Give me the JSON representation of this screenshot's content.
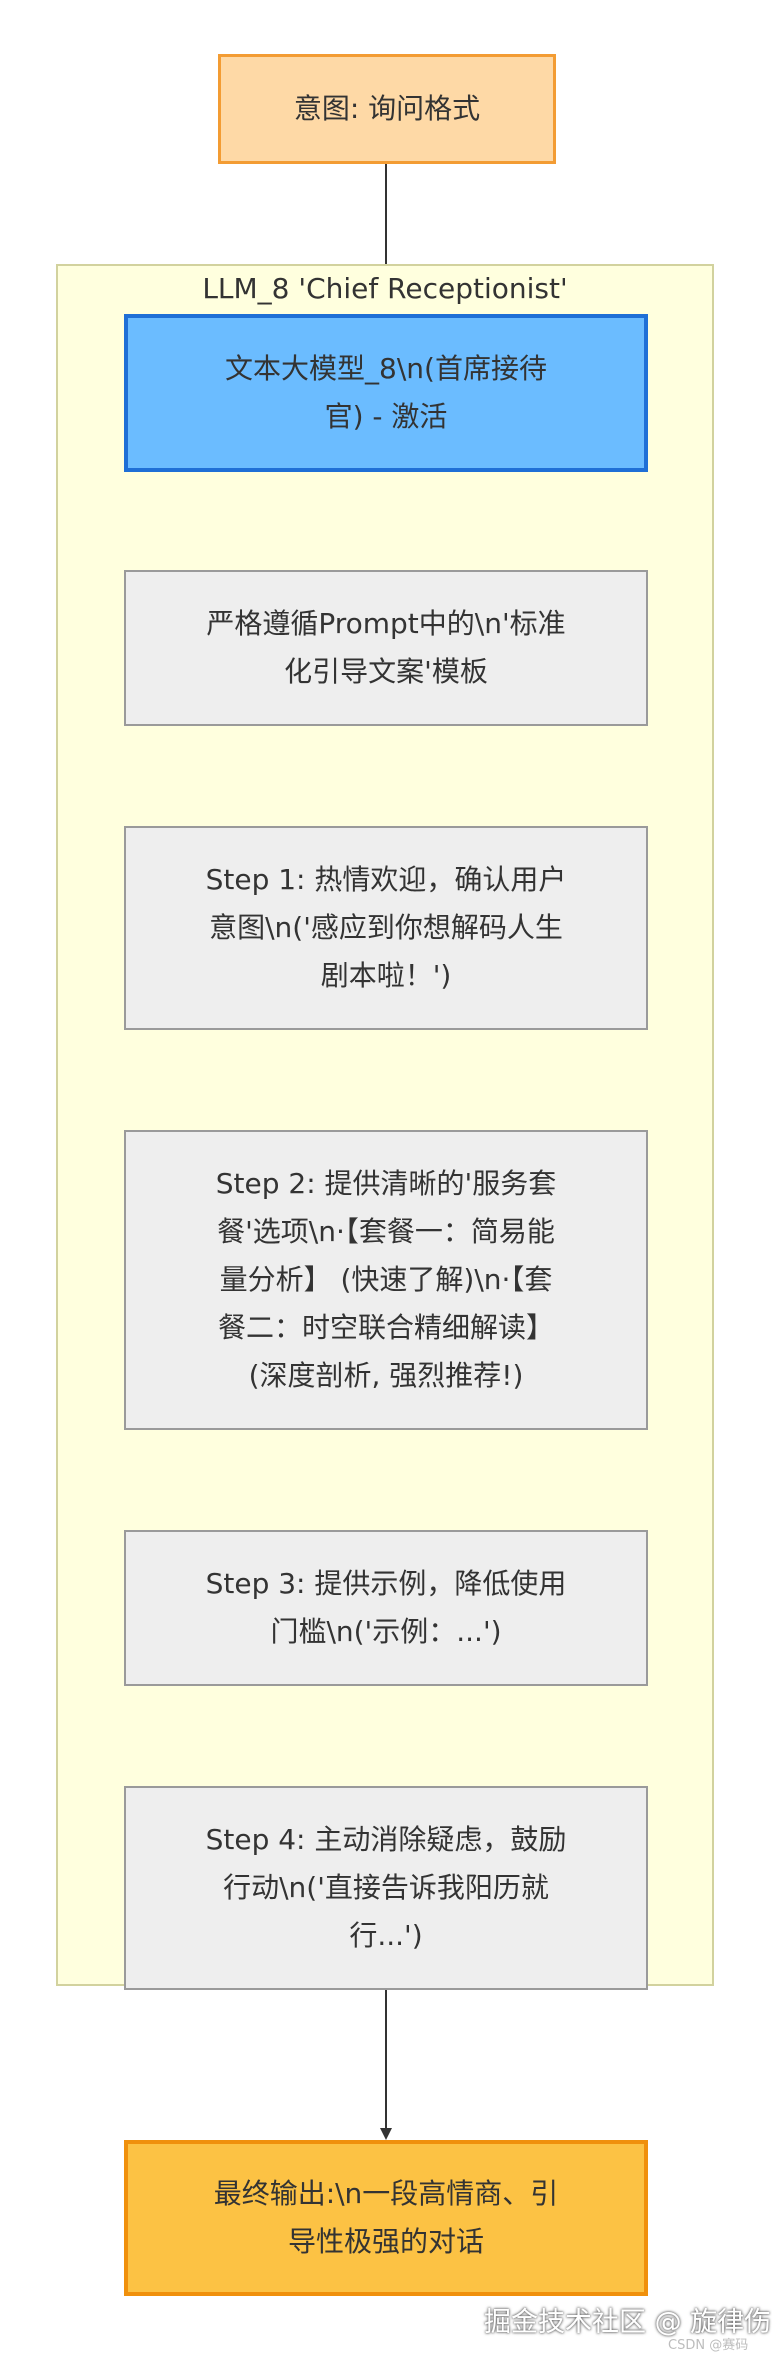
{
  "diagram": {
    "cluster_title": "LLM_8 'Chief Receptionist'",
    "nodes": {
      "intent": "意图: 询问格式",
      "llm_lines": [
        "文本大模型_8\\n(首席接待",
        "官) - 激活"
      ],
      "strict_lines": [
        "严格遵循Prompt中的\\n'标准",
        "化引导文案'模板"
      ],
      "step1_lines": [
        "Step 1: 热情欢迎，确认用户",
        "意图\\n('感应到你想解码人生",
        "剧本啦！')"
      ],
      "step2_lines": [
        "Step 2: 提供清晰的'服务套",
        "餐'选项\\n·【套餐一：简易能",
        "量分析】 (快速了解)\\n·【套",
        "餐二：时空联合精细解读】",
        "(深度剖析, 强烈推荐!)"
      ],
      "step3_lines": [
        "Step 3: 提供示例，降低使用",
        "门槛\\n('示例：...')"
      ],
      "step4_lines": [
        "Step 4: 主动消除疑虑，鼓励",
        "行动\\n('直接告诉我阳历就",
        "行...')"
      ],
      "final_lines": [
        "最终输出:\\n一段高情商、引",
        "导性极强的对话"
      ]
    },
    "colors": {
      "intent_fill": "#fed9a6",
      "intent_border": "#f39c33",
      "llm_fill": "#6bbcff",
      "llm_border": "#1f6fd6",
      "step_fill": "#eeeeee",
      "final_fill": "#fcc244",
      "final_border": "#f0900c",
      "cluster_fill": "#ffffde",
      "edge": "#333333"
    }
  },
  "watermark": {
    "text": "掘金技术社区 @ 旋律伤",
    "subtext": "CSDN @赛码"
  }
}
